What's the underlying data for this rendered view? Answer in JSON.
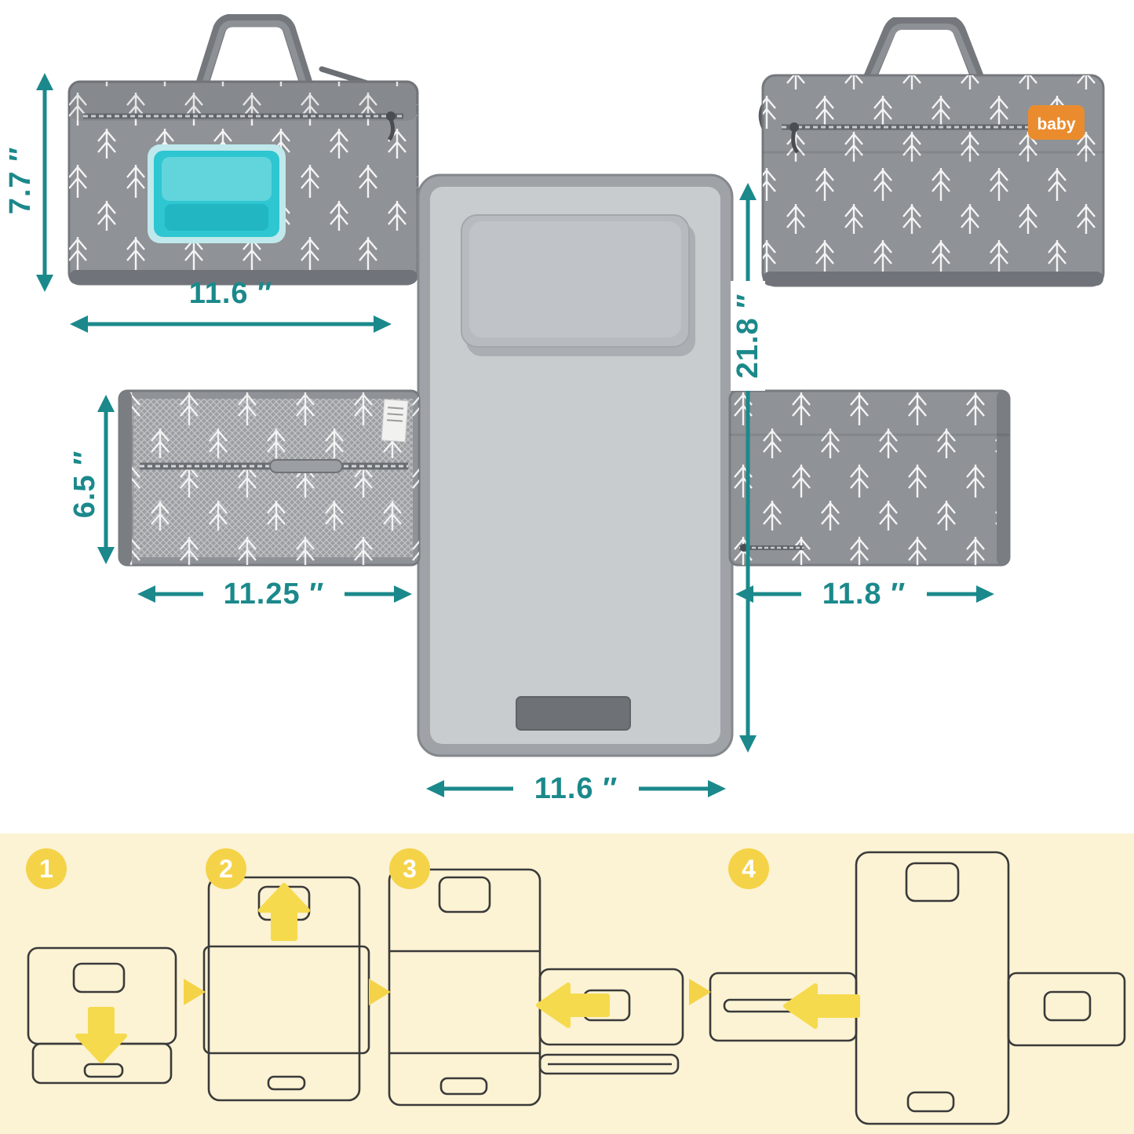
{
  "title": "Portable changing pad dimensions infographic",
  "colors": {
    "accent_teal": "#1b898b",
    "bag_gray": "#8f9296",
    "mat_gray": "#c6c9cd",
    "wipes_teal": "#2ec6d1",
    "logo_orange": "#ea8c2e",
    "panel_cream": "#fcf3d4",
    "step_yellow": "#f5d348",
    "fold_arrow_yellow": "#f6da4d"
  },
  "logo": {
    "text": "baby"
  },
  "dimensions": {
    "folded_height": "7.7 ″",
    "folded_width": "11.6 ″",
    "open_length": "21.8 ″",
    "left_flap_height": "6.5 ″",
    "left_flap_width": "11.25 ″",
    "right_flap_width": "11.8 ″",
    "mat_width": "11.6 ″"
  },
  "steps": [
    {
      "number": "1"
    },
    {
      "number": "2"
    },
    {
      "number": "3"
    },
    {
      "number": "4"
    }
  ]
}
